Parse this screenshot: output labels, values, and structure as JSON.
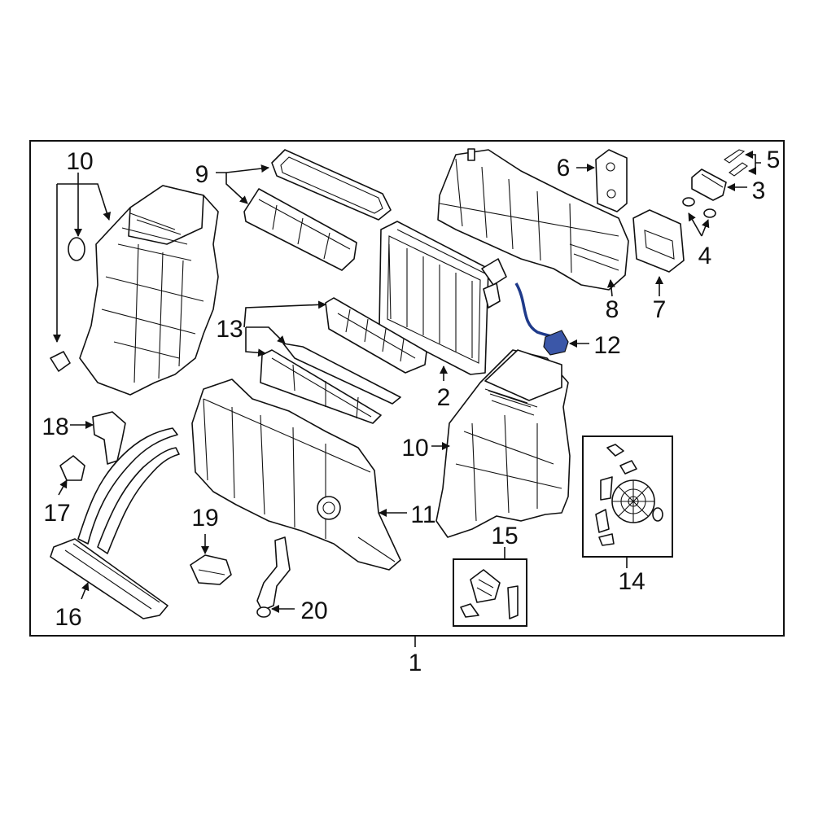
{
  "callouts": {
    "c1": "1",
    "c2": "2",
    "c3": "3",
    "c4": "4",
    "c5": "5",
    "c6": "6",
    "c7": "7",
    "c8": "8",
    "c9": "9",
    "c10a": "10",
    "c10b": "10",
    "c11": "11",
    "c12": "12",
    "c13": "13",
    "c14": "14",
    "c15": "15",
    "c16": "16",
    "c17": "17",
    "c18": "18",
    "c19": "19",
    "c20": "20"
  },
  "colors": {
    "line": "#111111",
    "highlight": "#3b57a8",
    "background": "#ffffff"
  }
}
